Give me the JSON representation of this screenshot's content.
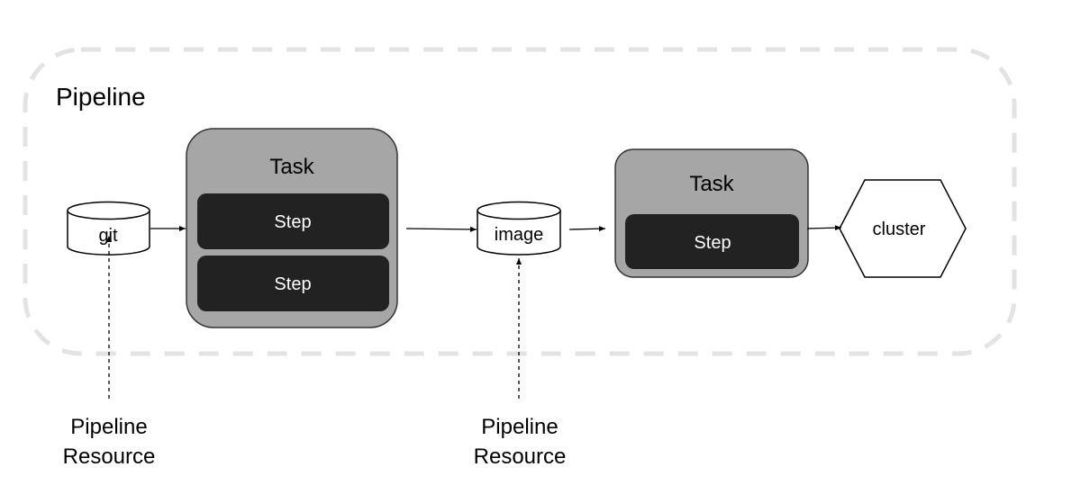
{
  "pipeline": {
    "label": "Pipeline"
  },
  "tasks": [
    {
      "label": "Task",
      "steps": [
        "Step",
        "Step"
      ]
    },
    {
      "label": "Task",
      "steps": [
        "Step"
      ]
    }
  ],
  "resources": {
    "git": {
      "label": "git"
    },
    "image": {
      "label": "image"
    }
  },
  "cluster": {
    "label": "cluster"
  },
  "captions": [
    {
      "line1": "Pipeline",
      "line2": "Resource"
    },
    {
      "line1": "Pipeline",
      "line2": "Resource"
    }
  ],
  "colors": {
    "task_fill": "#a6a6a6",
    "step_fill": "#222222",
    "boundary_stroke": "#e3e3e3"
  }
}
